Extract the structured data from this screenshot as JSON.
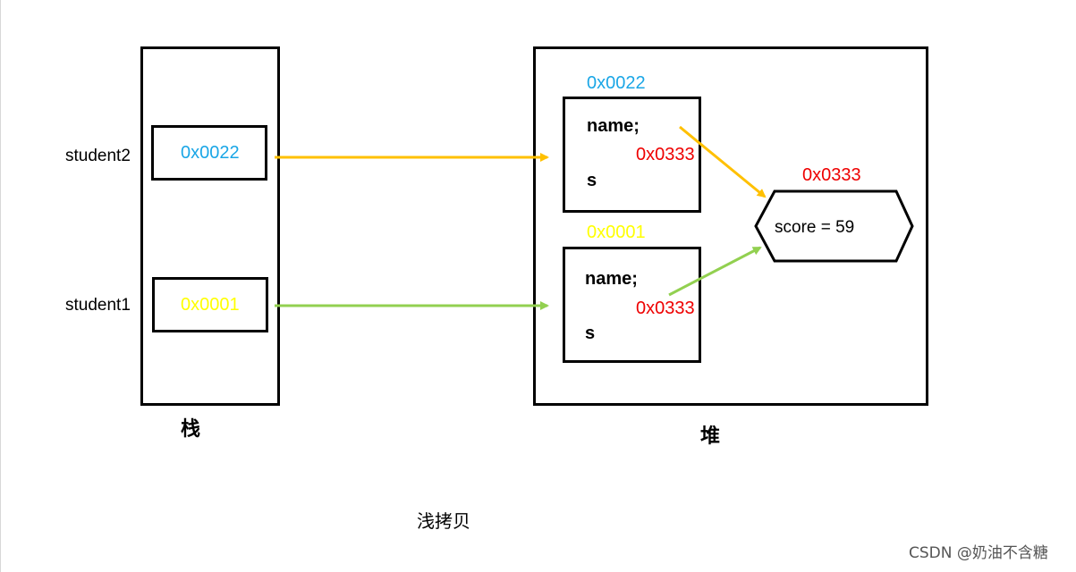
{
  "colors": {
    "blue": "#1aa6e6",
    "yellow": "#ffff00",
    "red": "#ee0000",
    "orange_arrow": "#ffc000",
    "green_arrow": "#92d050"
  },
  "stack": {
    "label": "栈",
    "student2": {
      "name": "student2",
      "value": "0x0022"
    },
    "student1": {
      "name": "student1",
      "value": "0x0001"
    }
  },
  "heap": {
    "label": "堆",
    "obj_top": {
      "address": "0x0022",
      "field_name": "name;",
      "field_value": "0x0333",
      "field_s": "s"
    },
    "obj_bottom": {
      "address": "0x0001",
      "field_name": "name;",
      "field_value": "0x0333",
      "field_s": "s"
    },
    "score_obj": {
      "address": "0x0333",
      "content": "score = 59"
    }
  },
  "caption": "浅拷贝",
  "watermark": "CSDN @奶油不含糖"
}
